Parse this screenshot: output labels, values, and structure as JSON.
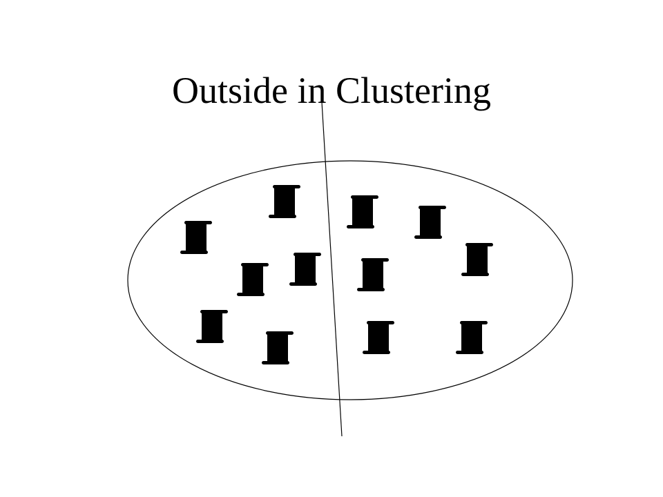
{
  "slide": {
    "title": "Outside in Clustering"
  },
  "diagram": {
    "ellipse_label": "",
    "documents": [
      {
        "id": "doc-1",
        "group": "left"
      },
      {
        "id": "doc-2",
        "group": "left"
      },
      {
        "id": "doc-3",
        "group": "left"
      },
      {
        "id": "doc-4",
        "group": "left"
      },
      {
        "id": "doc-5",
        "group": "left"
      },
      {
        "id": "doc-6",
        "group": "left"
      },
      {
        "id": "doc-7",
        "group": "right"
      },
      {
        "id": "doc-8",
        "group": "right"
      },
      {
        "id": "doc-9",
        "group": "right"
      },
      {
        "id": "doc-10",
        "group": "right"
      },
      {
        "id": "doc-11",
        "group": "right"
      },
      {
        "id": "doc-12",
        "group": "right"
      }
    ],
    "icon": "document-scroll-icon",
    "colors": {
      "ink": "#000000",
      "background": "#ffffff"
    }
  }
}
